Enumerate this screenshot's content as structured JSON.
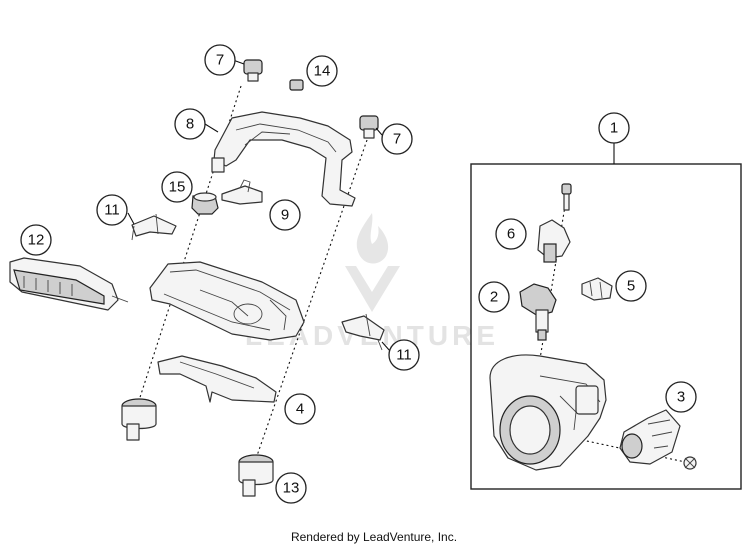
{
  "callouts": [
    {
      "id": "1",
      "label": "1"
    },
    {
      "id": "2",
      "label": "2"
    },
    {
      "id": "3",
      "label": "3"
    },
    {
      "id": "4",
      "label": "4"
    },
    {
      "id": "5",
      "label": "5"
    },
    {
      "id": "6",
      "label": "6"
    },
    {
      "id": "7a",
      "label": "7"
    },
    {
      "id": "7b",
      "label": "7"
    },
    {
      "id": "8",
      "label": "8"
    },
    {
      "id": "9",
      "label": "9"
    },
    {
      "id": "11a",
      "label": "11"
    },
    {
      "id": "11b",
      "label": "11"
    },
    {
      "id": "12",
      "label": "12"
    },
    {
      "id": "13",
      "label": "13"
    },
    {
      "id": "14",
      "label": "14"
    },
    {
      "id": "15",
      "label": "15"
    }
  ],
  "watermark": {
    "text": "LEADVENTURE"
  },
  "footer": {
    "credit": "Rendered by LeadVenture, Inc."
  }
}
